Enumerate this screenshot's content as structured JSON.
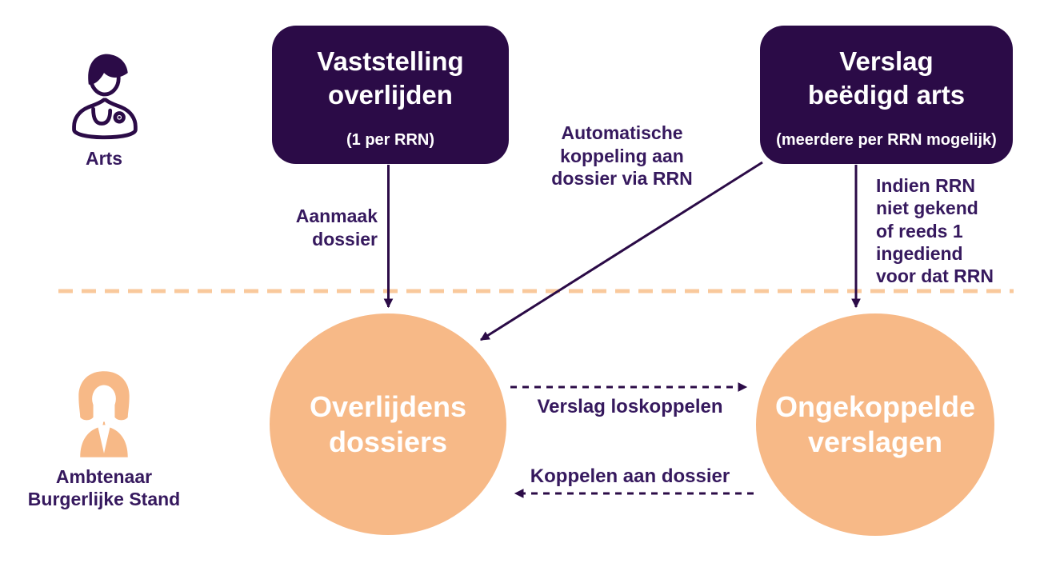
{
  "colors": {
    "purple_dark": "#2b0b47",
    "purple_text": "#36195e",
    "orange_circle": "#f7b987",
    "orange_divider": "#f9c99c",
    "text_on_dark": "#ffffff"
  },
  "actors": {
    "arts": {
      "icon": "doctor-icon",
      "label": "Arts"
    },
    "ambtenaar": {
      "icon": "woman-icon",
      "label": [
        "Ambtenaar",
        "Burgerlijke Stand"
      ]
    }
  },
  "boxes": {
    "vaststelling": {
      "title": [
        "Vaststelling",
        "overlijden"
      ],
      "subtitle": "(1 per RRN)"
    },
    "verslag": {
      "title": [
        "Verslag",
        "beëdigd arts"
      ],
      "subtitle": "(meerdere per RRN mogelijk)"
    }
  },
  "circles": {
    "dossiers": {
      "label": [
        "Overlijdens",
        "dossiers"
      ]
    },
    "verslagen": {
      "label": [
        "Ongekoppelde",
        "verslagen"
      ]
    }
  },
  "edges": {
    "aanmaak": {
      "label": [
        "Aanmaak",
        "dossier"
      ],
      "style": "solid-arrow",
      "from": "vaststelling-box",
      "to": "dossiers-circle"
    },
    "automatische": {
      "label": [
        "Automatische",
        "koppeling aan",
        "dossier via RRN"
      ],
      "style": "solid-arrow",
      "from": "verslag-box",
      "to": "dossiers-circle"
    },
    "indien": {
      "label": [
        "Indien RRN",
        "niet gekend",
        "of reeds 1",
        "ingediend",
        "voor dat RRN"
      ],
      "style": "solid-arrow",
      "from": "verslag-box",
      "to": "verslagen-circle"
    },
    "loskoppelen": {
      "label": "Verslag loskoppelen",
      "style": "dashed-arrow",
      "from": "dossiers-circle",
      "to": "verslagen-circle"
    },
    "koppelen": {
      "label": "Koppelen aan dossier",
      "style": "dashed-arrow",
      "from": "verslagen-circle",
      "to": "dossiers-circle"
    }
  },
  "divider": {
    "style": "dashed-line",
    "meaning": "separates Arts lane from Ambtenaar Burgerlijke Stand lane"
  }
}
